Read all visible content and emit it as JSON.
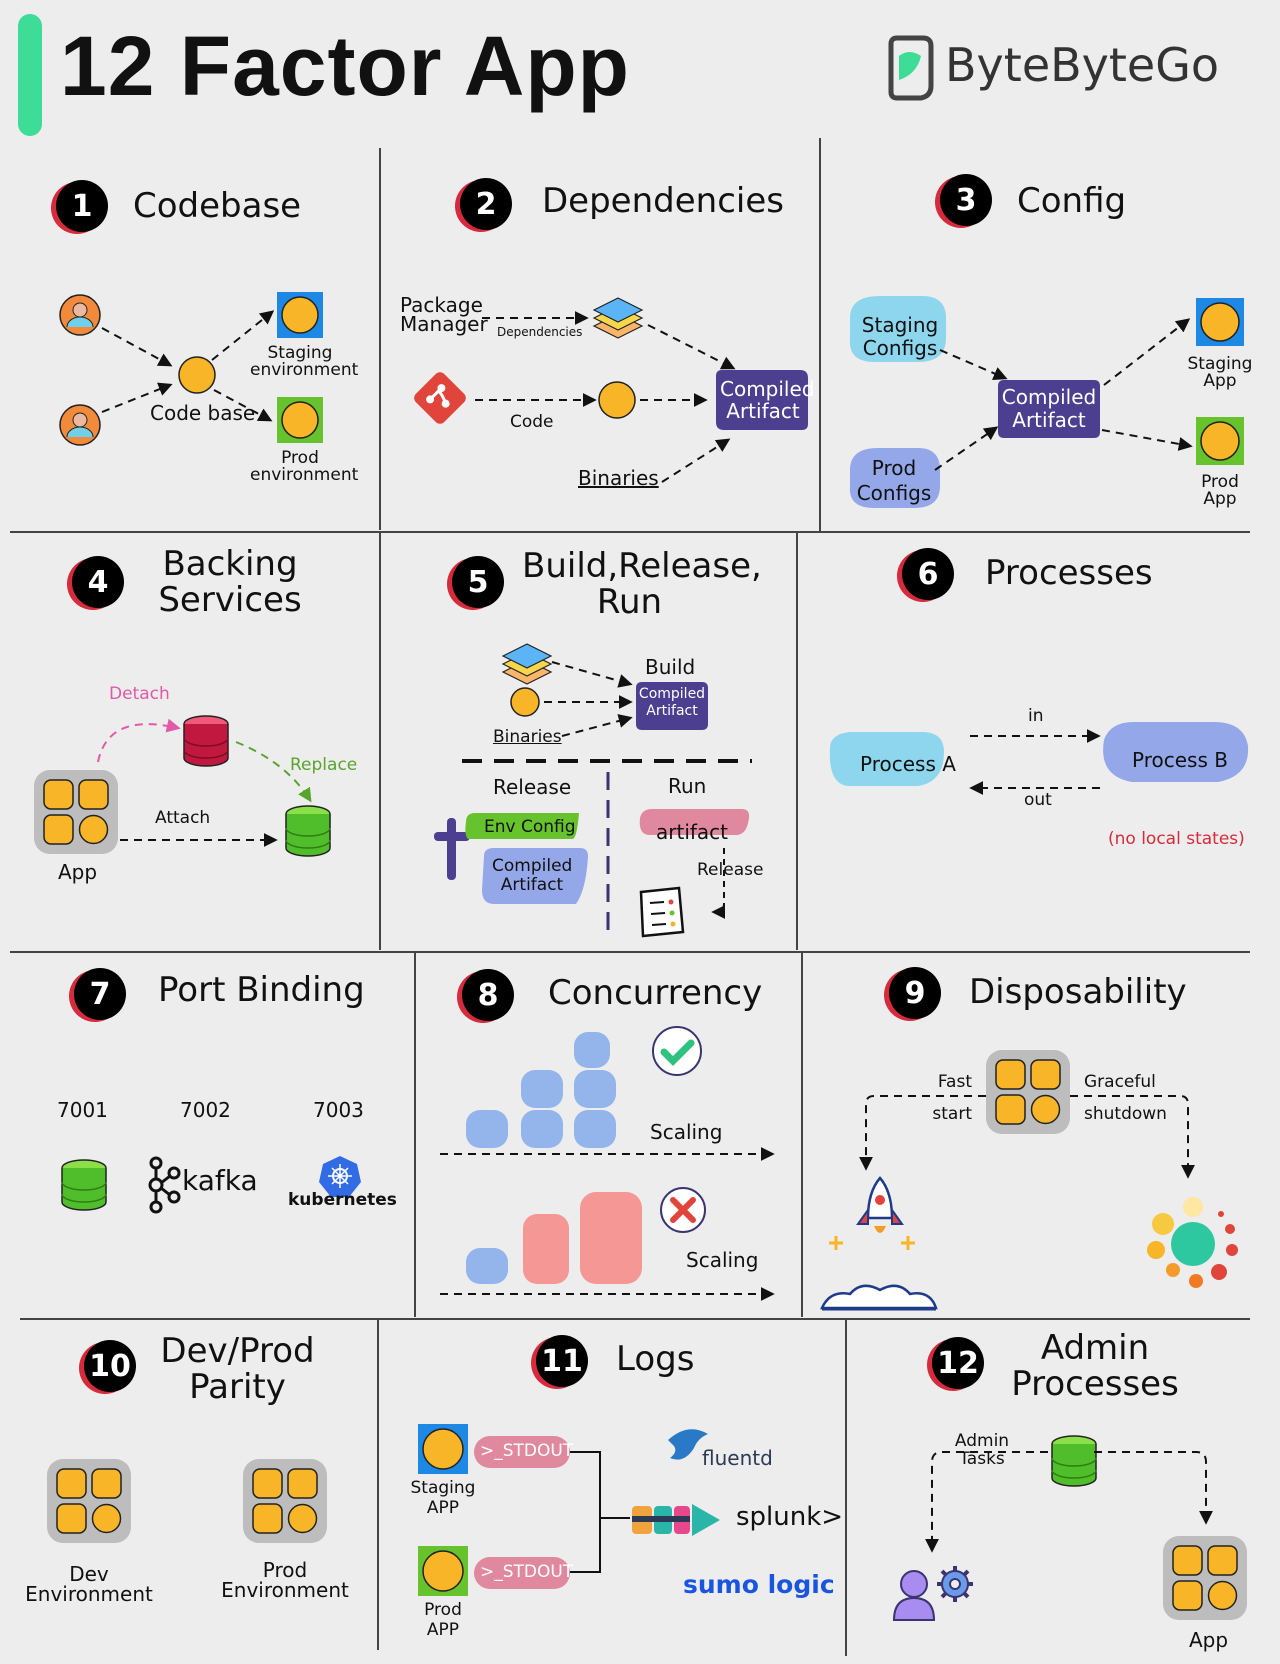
{
  "header": {
    "title": "12 Factor App",
    "brand": "ByteByteGo"
  },
  "colors": {
    "accent_green": "#3ddc97",
    "badge_shadow": "#d62b3c",
    "artifact": "#4c3f8f",
    "orange": "#f7b527",
    "blue_box": "#1e88e5",
    "green_box": "#66c22d",
    "cloud_blue": "#8dd6ee",
    "cloud_lavender": "#94a7e8",
    "pink": "#e0899e",
    "red_note": "#d62b3c"
  },
  "sections": {
    "s1": {
      "number": "1",
      "title": "Codebase",
      "code_base": "Code base",
      "staging": "Staging environment",
      "prod": "Prod environment"
    },
    "s2": {
      "number": "2",
      "title": "Dependencies",
      "package_manager": "Package Manager",
      "dependencies": "Dependencies",
      "code": "Code",
      "binaries": "Binaries",
      "artifact": "Compiled Artifact"
    },
    "s3": {
      "number": "3",
      "title": "Config",
      "staging_configs": "Staging Configs",
      "prod_configs": "Prod Configs",
      "artifact": "Compiled Artifact",
      "staging_app": "Staging App",
      "prod_app": "Prod App"
    },
    "s4": {
      "number": "4",
      "title": "Backing Services",
      "detach": "Detach",
      "replace": "Replace",
      "attach": "Attach",
      "app": "App"
    },
    "s5": {
      "number": "5",
      "title": "Build,Release, Run",
      "build": "Build",
      "artifact": "Compiled Artifact",
      "binaries": "Binaries",
      "release": "Release",
      "run": "Run",
      "env_config": "Env Config",
      "compiled_artifact": "Compiled Artifact",
      "artifact_pill": "artifact",
      "release_small": "Release"
    },
    "s6": {
      "number": "6",
      "title": "Processes",
      "process_a": "Process A",
      "process_b": "Process B",
      "in": "in",
      "out": "out",
      "note": "(no local states)"
    },
    "s7": {
      "number": "7",
      "title": "Port Binding",
      "ports": [
        "7001",
        "7002",
        "7003"
      ],
      "kafka": "kafka",
      "kubernetes": "kubernetes"
    },
    "s8": {
      "number": "8",
      "title": "Concurrency",
      "scaling_top": "Scaling",
      "scaling_bottom": "Scaling"
    },
    "s9": {
      "number": "9",
      "title": "Disposability",
      "fast_start": "Fast start",
      "graceful_shutdown": "Graceful shutdown"
    },
    "s10": {
      "number": "10",
      "title": "Dev/Prod Parity",
      "dev_env": "Dev Environment",
      "prod_env": "Prod Environment"
    },
    "s11": {
      "number": "11",
      "title": "Logs",
      "stdout": ">_STDOUT",
      "staging_app": "Staging APP",
      "prod_app": "Prod APP",
      "fluentd": "fluentd",
      "splunk": "splunk>",
      "sumo": "sumo logic"
    },
    "s12": {
      "number": "12",
      "title": "Admin Processes",
      "admin_tasks": "Admin Tasks",
      "app": "App"
    }
  }
}
